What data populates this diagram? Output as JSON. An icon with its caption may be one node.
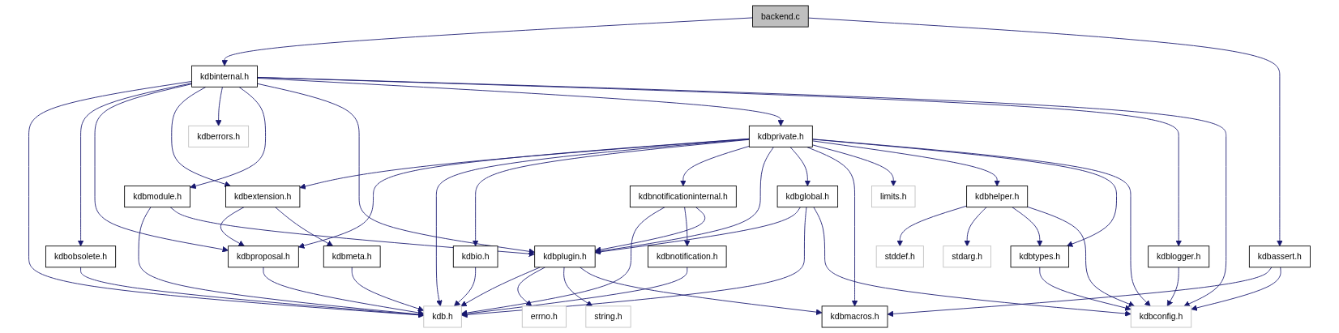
{
  "diagram": {
    "nodes": [
      {
        "text": [
          "backend.c"
        ]
      },
      {
        "text": [
          "kdbinternal.h"
        ]
      },
      {
        "text": [
          "kdbobsolete.h"
        ]
      },
      {
        "text": [
          "kdberrors.h"
        ]
      },
      {
        "text": [
          "kdbprivate.h"
        ]
      },
      {
        "text": [
          "kdblogger.h"
        ]
      },
      {
        "text": [
          "kdbextension.h"
        ]
      },
      {
        "text": [
          "kdbmodule.h"
        ]
      },
      {
        "text": [
          "kdbio.h"
        ]
      },
      {
        "text": [
          "kdbnotificationinternal.h"
        ]
      },
      {
        "text": [
          "kdbglobal.h"
        ]
      },
      {
        "text": [
          "limits.h"
        ]
      },
      {
        "text": [
          "kdbhelper.h"
        ]
      },
      {
        "text": [
          "kdbproposal.h"
        ]
      },
      {
        "text": [
          "kdbmeta.h"
        ]
      },
      {
        "text": [
          "kdbnotification.h"
        ]
      },
      {
        "text": [
          "kdbplugin.h"
        ]
      },
      {
        "text": [
          "stddef.h"
        ]
      },
      {
        "text": [
          "stdarg.h"
        ]
      },
      {
        "text": [
          "kdbtypes.h"
        ]
      },
      {
        "text": [
          "kdbassert.h"
        ]
      },
      {
        "text": [
          "kdb.h"
        ]
      },
      {
        "text": [
          "errno.h"
        ]
      },
      {
        "text": [
          "string.h"
        ]
      },
      {
        "text": [
          "kdbmacros.h"
        ]
      },
      {
        "text": [
          "kdbconfig.h"
        ]
      }
    ],
    "edges": [
      {
        "from": 0,
        "to": 1,
        "arrow": "to"
      },
      {
        "from": 0,
        "to": 20,
        "arrow": "to"
      },
      {
        "from": 1,
        "to": 21,
        "arrow": "to"
      },
      {
        "from": 1,
        "to": 2,
        "arrow": "to"
      },
      {
        "from": 1,
        "to": 13,
        "arrow": "to"
      },
      {
        "from": 1,
        "to": 6,
        "arrow": "to"
      },
      {
        "from": 1,
        "to": 3,
        "arrow": "to"
      },
      {
        "from": 1,
        "to": 7,
        "arrow": "to"
      },
      {
        "from": 1,
        "to": 16,
        "arrow": "to"
      },
      {
        "from": 1,
        "to": 4,
        "arrow": "to"
      },
      {
        "from": 1,
        "to": 5,
        "arrow": "to"
      },
      {
        "from": 1,
        "to": 25,
        "arrow": "to"
      },
      {
        "from": 2,
        "to": 21,
        "arrow": "to"
      },
      {
        "from": 4,
        "to": 13,
        "arrow": "to"
      },
      {
        "from": 4,
        "to": 6,
        "arrow": "to"
      },
      {
        "from": 4,
        "to": 21,
        "arrow": "to"
      },
      {
        "from": 4,
        "to": 8,
        "arrow": "to"
      },
      {
        "from": 4,
        "to": 9,
        "arrow": "to"
      },
      {
        "from": 4,
        "to": 16,
        "arrow": "to"
      },
      {
        "from": 4,
        "to": 10,
        "arrow": "to"
      },
      {
        "from": 4,
        "to": 24,
        "arrow": "to"
      },
      {
        "from": 4,
        "to": 11,
        "arrow": "to"
      },
      {
        "from": 4,
        "to": 12,
        "arrow": "to"
      },
      {
        "from": 4,
        "to": 19,
        "arrow": "to"
      },
      {
        "from": 4,
        "to": 25,
        "arrow": "to"
      },
      {
        "from": 5,
        "to": 25,
        "arrow": "to"
      },
      {
        "from": 6,
        "to": 13,
        "arrow": "to"
      },
      {
        "from": 6,
        "to": 14,
        "arrow": "to"
      },
      {
        "from": 7,
        "to": 21,
        "arrow": "to"
      },
      {
        "from": 7,
        "to": 16,
        "arrow": "to"
      },
      {
        "from": 8,
        "to": 21,
        "arrow": "to"
      },
      {
        "from": 9,
        "to": 21,
        "arrow": "to"
      },
      {
        "from": 9,
        "to": 15,
        "arrow": "to"
      },
      {
        "from": 9,
        "to": 16,
        "arrow": "to"
      },
      {
        "from": 10,
        "to": 16,
        "arrow": "to"
      },
      {
        "from": 10,
        "to": 21,
        "arrow": "to"
      },
      {
        "from": 10,
        "to": 25,
        "arrow": "to"
      },
      {
        "from": 12,
        "to": 17,
        "arrow": "to"
      },
      {
        "from": 12,
        "to": 18,
        "arrow": "to"
      },
      {
        "from": 12,
        "to": 19,
        "arrow": "to"
      },
      {
        "from": 12,
        "to": 25,
        "arrow": "to"
      },
      {
        "from": 13,
        "to": 21,
        "arrow": "to"
      },
      {
        "from": 14,
        "to": 21,
        "arrow": "to"
      },
      {
        "from": 15,
        "to": 21,
        "arrow": "to"
      },
      {
        "from": 16,
        "to": 21,
        "arrow": "to"
      },
      {
        "from": 16,
        "to": 22,
        "arrow": "to"
      },
      {
        "from": 16,
        "to": 23,
        "arrow": "to"
      },
      {
        "from": 16,
        "to": 24,
        "arrow": "to"
      },
      {
        "from": 19,
        "to": 25,
        "arrow": "to"
      },
      {
        "from": 20,
        "to": 24,
        "arrow": "to"
      },
      {
        "from": 20,
        "to": 25,
        "arrow": "to"
      }
    ]
  }
}
